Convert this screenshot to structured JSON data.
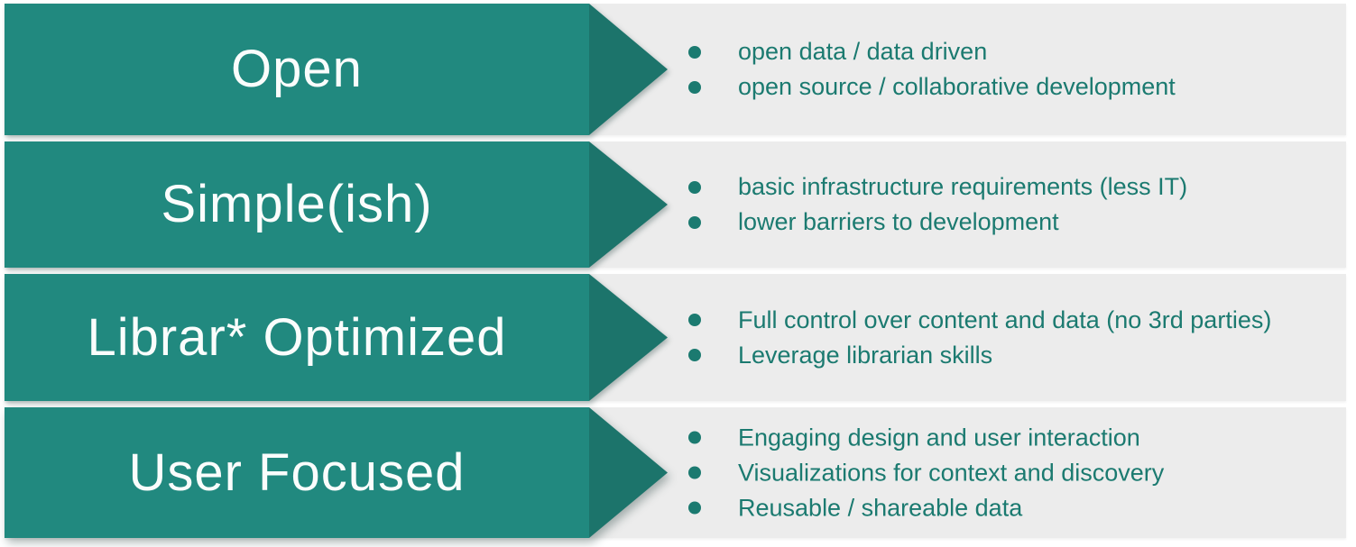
{
  "colors": {
    "arrow_body_teal": "#21897f",
    "arrow_tip_teal": "#1c746b",
    "bullet_text_teal": "#1b7a70",
    "panel_gray": "#ececec",
    "label_white": "#fafdfc",
    "page_background": "#ffffff"
  },
  "rows": [
    {
      "label": "Open",
      "bullets": [
        "open data / data driven",
        "open source / collaborative development"
      ]
    },
    {
      "label": "Simple(ish)",
      "bullets": [
        "basic infrastructure requirements (less IT)",
        "lower barriers to development"
      ]
    },
    {
      "label": "Librar* Optimized",
      "bullets": [
        "Full control over content and data (no 3rd parties)",
        "Leverage librarian skills"
      ]
    },
    {
      "label": "User Focused",
      "bullets": [
        "Engaging design and user interaction",
        "Visualizations for context and discovery",
        "Reusable / shareable data"
      ]
    }
  ]
}
